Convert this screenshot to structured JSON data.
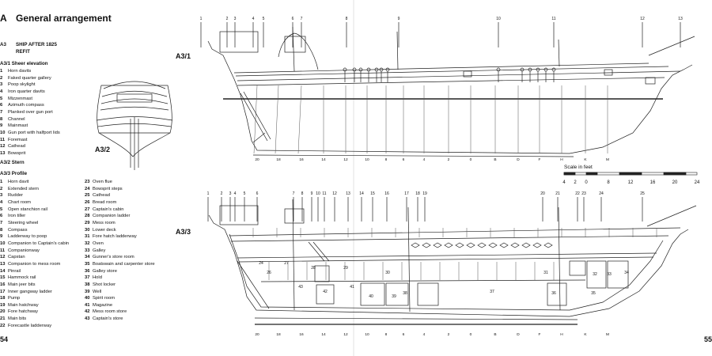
{
  "header": {
    "letter": "A",
    "title": "General arrangement"
  },
  "section_a3": {
    "code": "A3",
    "title": "SHIP AFTER 1825",
    "subtitle": "REFIT"
  },
  "section_a31": {
    "title": "A3/1  Sheer elevation",
    "items": [
      {
        "n": "1",
        "label": "Horn davits"
      },
      {
        "n": "2",
        "label": "Faked quarter gallery"
      },
      {
        "n": "3",
        "label": "Poop skylight"
      },
      {
        "n": "4",
        "label": "Iron quarter davits"
      },
      {
        "n": "5",
        "label": "Mizzenmast"
      },
      {
        "n": "6",
        "label": "Azimuth compass"
      },
      {
        "n": "7",
        "label": "Planked over gun port"
      },
      {
        "n": "8",
        "label": "Channel"
      },
      {
        "n": "9",
        "label": "Mainmast"
      },
      {
        "n": "10",
        "label": "Gun port with halfport lids"
      },
      {
        "n": "11",
        "label": "Foremast"
      },
      {
        "n": "12",
        "label": "Cathead"
      },
      {
        "n": "13",
        "label": "Bowsprit"
      }
    ]
  },
  "section_a32": {
    "title": "A3/2  Stern"
  },
  "section_a33": {
    "title": "A3/3  Profile",
    "col1": [
      {
        "n": "1",
        "label": "Horn davit"
      },
      {
        "n": "2",
        "label": "Extended stern"
      },
      {
        "n": "3",
        "label": "Rudder"
      },
      {
        "n": "4",
        "label": "Chart room"
      },
      {
        "n": "5",
        "label": "Open stanchion rail"
      },
      {
        "n": "6",
        "label": "Iron tiller"
      },
      {
        "n": "7",
        "label": "Steering wheel"
      },
      {
        "n": "8",
        "label": "Compass"
      },
      {
        "n": "9",
        "label": "Ladderway to poop"
      },
      {
        "n": "10",
        "label": "Companion to Captain's cabin"
      },
      {
        "n": "11",
        "label": "Companionway"
      },
      {
        "n": "12",
        "label": "Capstan"
      },
      {
        "n": "13",
        "label": "Companion to mess room"
      },
      {
        "n": "14",
        "label": "Pinrail"
      },
      {
        "n": "15",
        "label": "Hammock rail"
      },
      {
        "n": "16",
        "label": "Main jeer bits"
      },
      {
        "n": "17",
        "label": "Inner gangway ladder"
      },
      {
        "n": "18",
        "label": "Pump"
      },
      {
        "n": "19",
        "label": "Main hatchway"
      },
      {
        "n": "20",
        "label": "Fore hatchway"
      },
      {
        "n": "21",
        "label": "Main bits"
      },
      {
        "n": "22",
        "label": "Forecastle ladderway"
      }
    ],
    "col2": [
      {
        "n": "23",
        "label": "Oven flue"
      },
      {
        "n": "24",
        "label": "Bowsprit steps"
      },
      {
        "n": "25",
        "label": "Cathead"
      },
      {
        "n": "26",
        "label": "Bread room"
      },
      {
        "n": "27",
        "label": "Captain's cabin"
      },
      {
        "n": "28",
        "label": "Companion ladder"
      },
      {
        "n": "29",
        "label": "Mess room"
      },
      {
        "n": "30",
        "label": "Lower deck"
      },
      {
        "n": "31",
        "label": "Fore hatch ladderway"
      },
      {
        "n": "32",
        "label": "Oven"
      },
      {
        "n": "33",
        "label": "Galley"
      },
      {
        "n": "34",
        "label": "Gunner's store room"
      },
      {
        "n": "35",
        "label": "Boatswain and carpenter store"
      },
      {
        "n": "36",
        "label": "Galley store"
      },
      {
        "n": "37",
        "label": "Hold"
      },
      {
        "n": "38",
        "label": "Shot locker"
      },
      {
        "n": "39",
        "label": "Well"
      },
      {
        "n": "40",
        "label": "Spirit room"
      },
      {
        "n": "41",
        "label": "Magazine"
      },
      {
        "n": "42",
        "label": "Mess room store"
      },
      {
        "n": "43",
        "label": "Captain's store"
      }
    ]
  },
  "figures": {
    "a31_label": "A3/1",
    "a32_label": "A3/2",
    "a33_label": "A3/3"
  },
  "scale": {
    "title": "Scale in feet",
    "ticks": [
      "4",
      "2",
      "0",
      "8",
      "12",
      "16",
      "20",
      "24"
    ]
  },
  "sheer_top_callouts": [
    "1",
    "2",
    "3",
    "4",
    "5",
    "6",
    "7",
    "8",
    "9",
    "10",
    "11",
    "12",
    "13"
  ],
  "station_marks": [
    "20",
    "18",
    "16",
    "14",
    "12",
    "10",
    "8",
    "6",
    "4",
    "2",
    "0",
    "B",
    "D",
    "F",
    "H",
    "K",
    "M"
  ],
  "profile_top_callouts": [
    "1",
    "2",
    "3",
    "4",
    "5",
    "6",
    "7",
    "8",
    "9",
    "10",
    "11",
    "12",
    "13",
    "14",
    "15",
    "16",
    "17",
    "18",
    "19",
    "20",
    "21",
    "22",
    "23",
    "24",
    "25"
  ],
  "profile_room_numbers": [
    "24",
    "27",
    "26",
    "28",
    "29",
    "30",
    "31",
    "32",
    "33",
    "34",
    "35",
    "36",
    "37",
    "38",
    "39",
    "40",
    "41",
    "42",
    "43"
  ],
  "page_numbers": {
    "left": "54",
    "right": "55"
  }
}
